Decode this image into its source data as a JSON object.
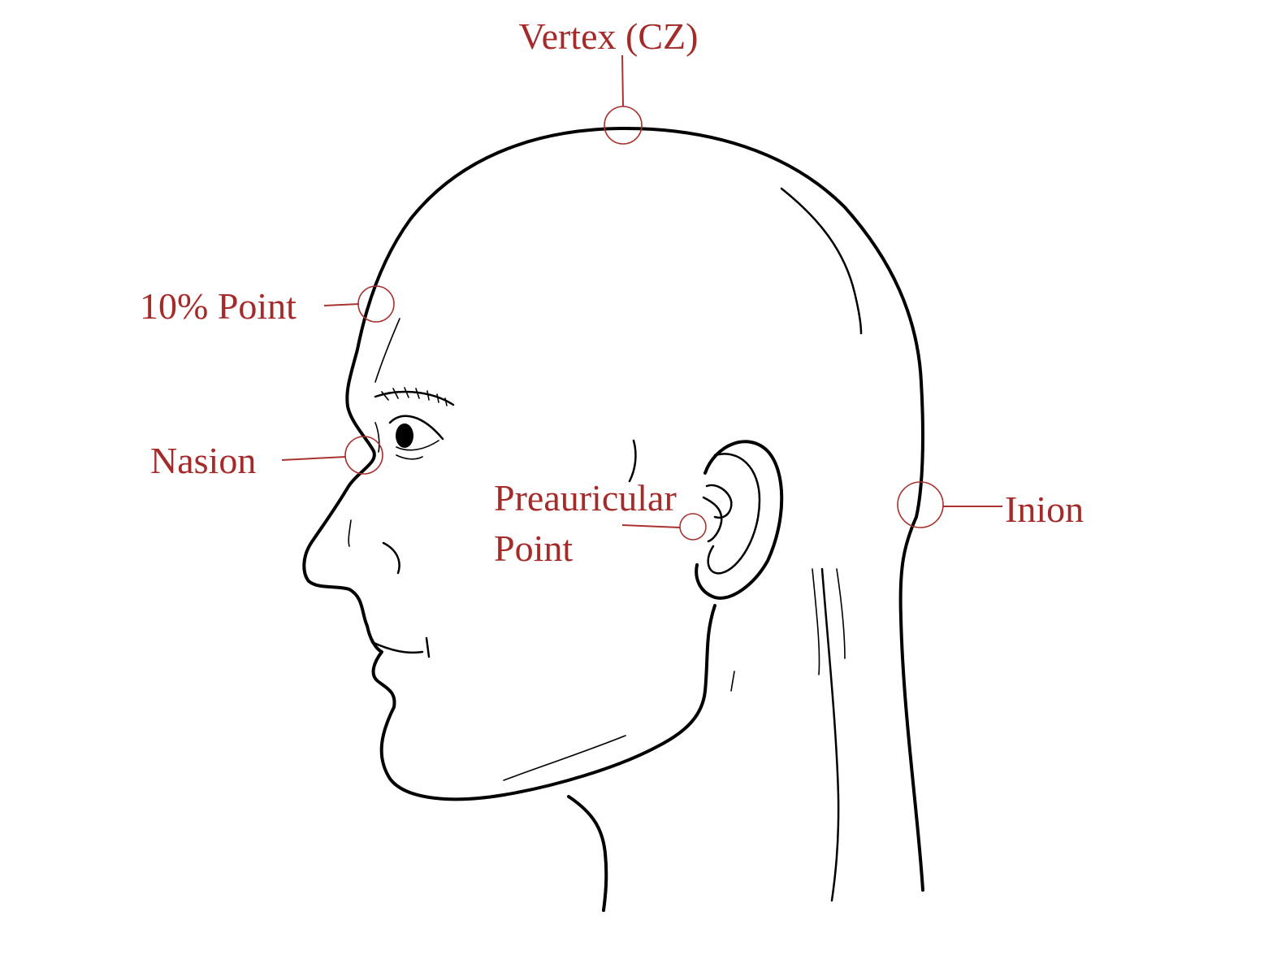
{
  "colors": {
    "label": "#a52a2a",
    "leader": "#a8332e",
    "outline": "#000000",
    "background": "#ffffff"
  },
  "landmarks": {
    "vertex": "Vertex (CZ)",
    "ten_percent": "10% Point",
    "nasion": "Nasion",
    "preauricular_line1": "Preauricular",
    "preauricular_line2": "Point",
    "inion": "Inion"
  }
}
